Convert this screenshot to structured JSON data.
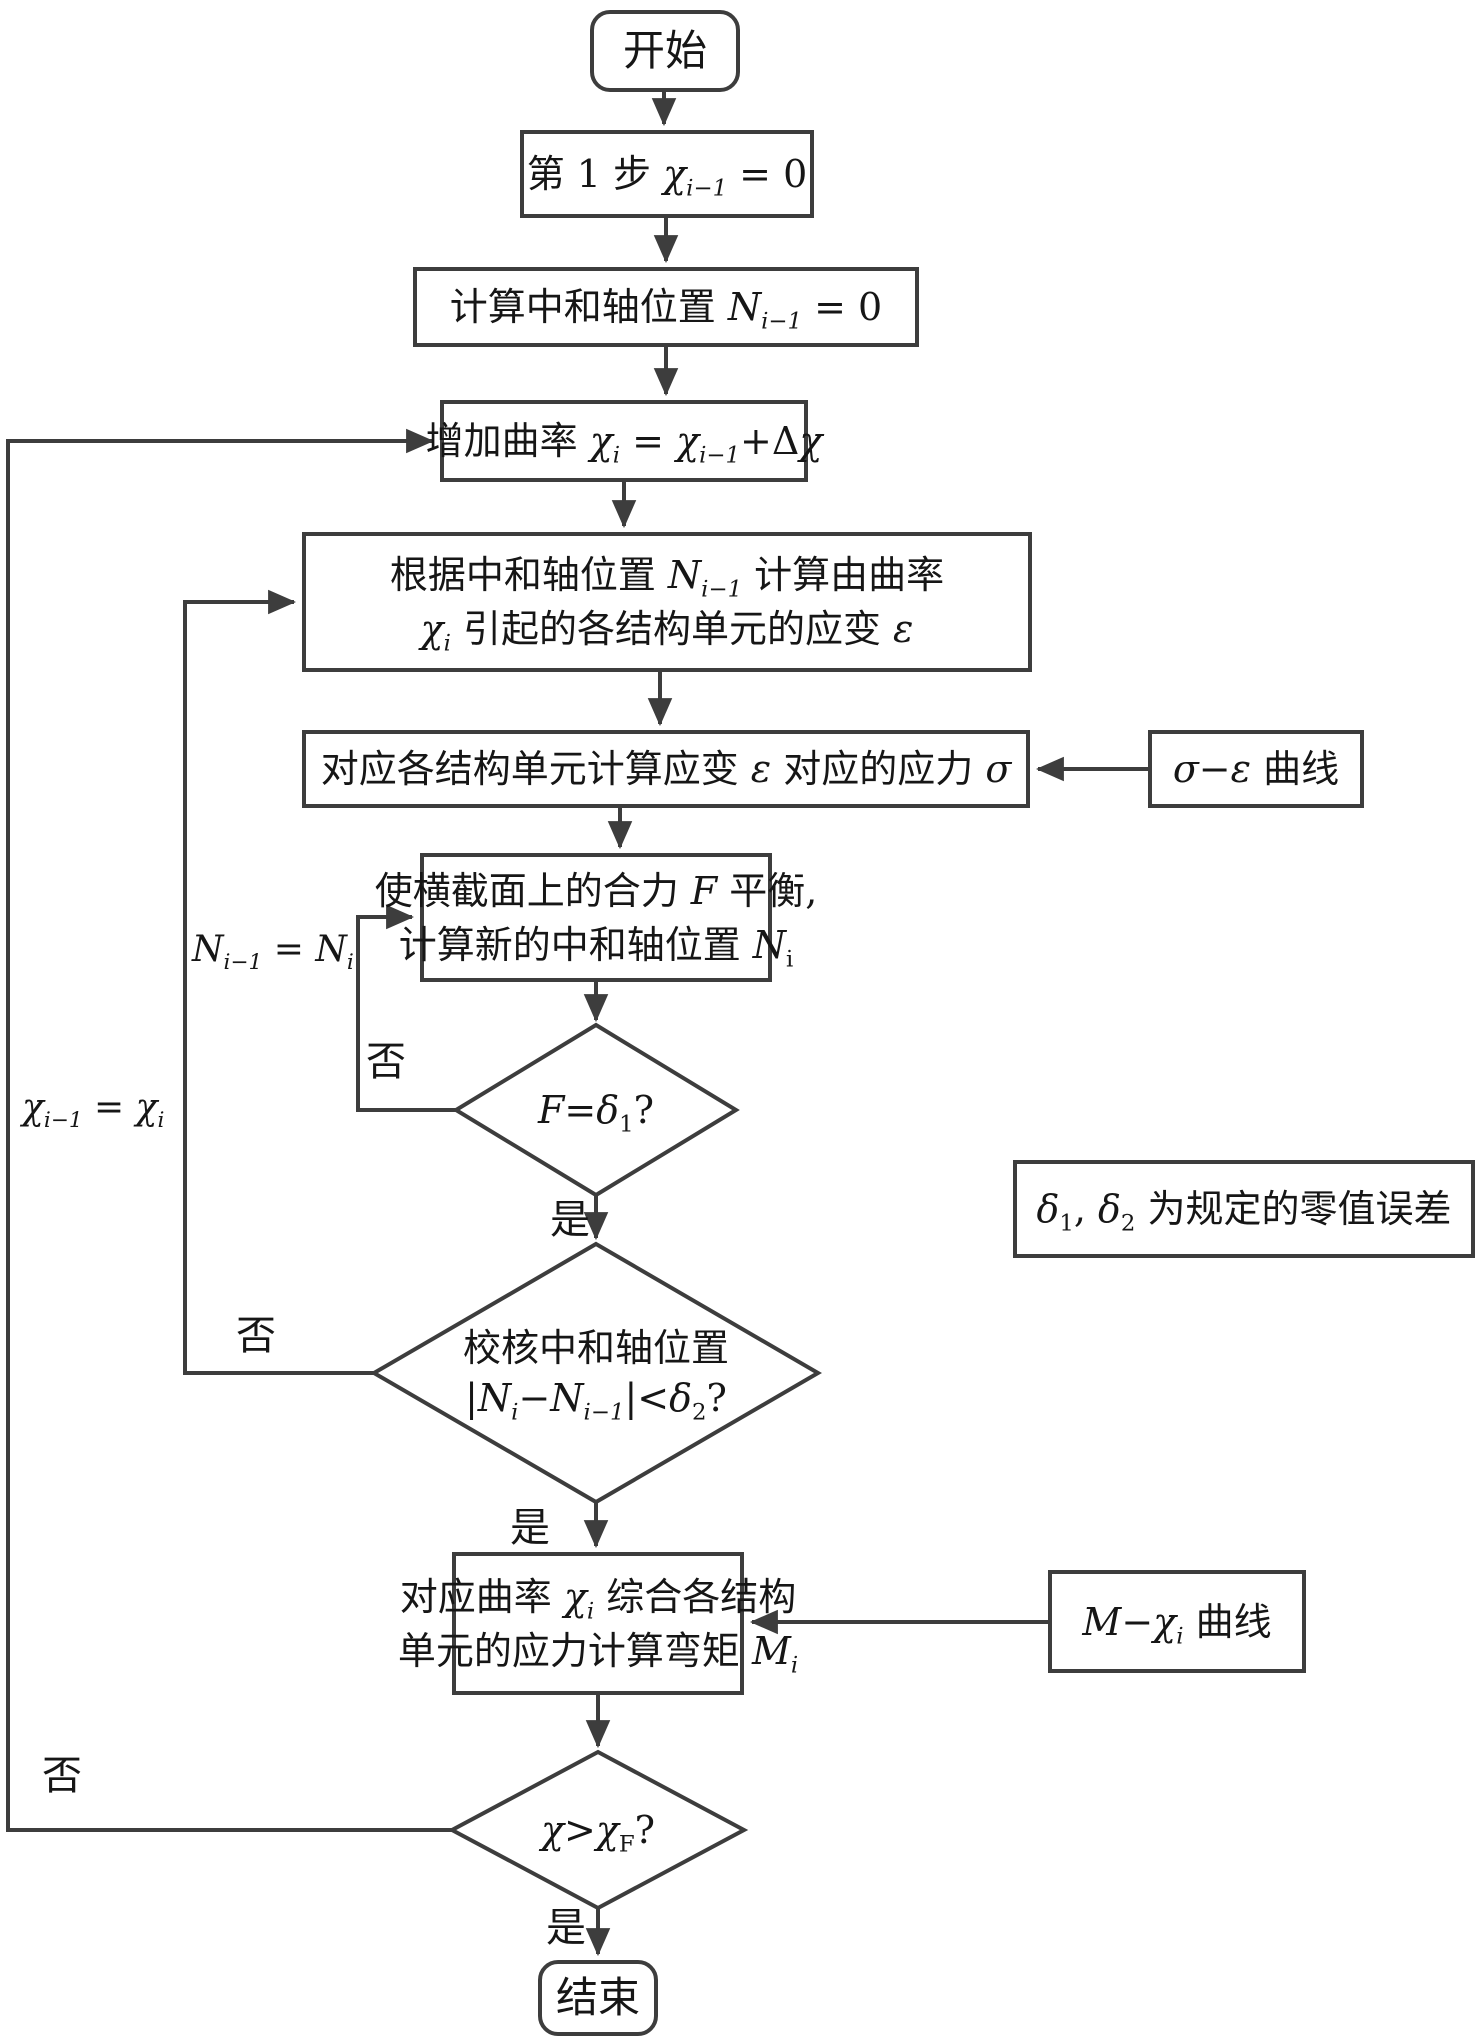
{
  "nodes": {
    "start": {
      "parts": [
        {
          "t": "开始"
        }
      ]
    },
    "step1": {
      "parts": [
        {
          "t": "第 1 步 "
        },
        {
          "t": "χ",
          "i": 1
        },
        {
          "t": "i−1",
          "i": 1,
          "s": 1
        },
        {
          "t": " = 0"
        }
      ]
    },
    "neutral_axis_init": {
      "parts": [
        {
          "t": "计算中和轴位置 "
        },
        {
          "t": "N",
          "i": 1
        },
        {
          "t": "i−1",
          "i": 1,
          "s": 1
        },
        {
          "t": " = 0"
        }
      ]
    },
    "increase_curvature": {
      "parts": [
        {
          "t": "增加曲率 "
        },
        {
          "t": "χ",
          "i": 1
        },
        {
          "t": "i",
          "i": 1,
          "s": 1
        },
        {
          "t": " = "
        },
        {
          "t": "χ",
          "i": 1
        },
        {
          "t": "i−1",
          "i": 1,
          "s": 1
        },
        {
          "t": "+Δ"
        },
        {
          "t": "χ",
          "i": 1
        }
      ]
    },
    "compute_strain_l1": {
      "parts": [
        {
          "t": "根据中和轴位置 "
        },
        {
          "t": "N",
          "i": 1
        },
        {
          "t": "i−1",
          "i": 1,
          "s": 1
        },
        {
          "t": " 计算由曲率"
        }
      ]
    },
    "compute_strain_l2": {
      "parts": [
        {
          "t": "χ",
          "i": 1
        },
        {
          "t": "i",
          "i": 1,
          "s": 1
        },
        {
          "t": " 引起的各结构单元的应变 "
        },
        {
          "t": "ε",
          "i": 1
        }
      ]
    },
    "compute_stress": {
      "parts": [
        {
          "t": "对应各结构单元计算应变 "
        },
        {
          "t": "ε",
          "i": 1
        },
        {
          "t": " 对应的应力 "
        },
        {
          "t": "σ",
          "i": 1
        }
      ]
    },
    "sigma_curve": {
      "parts": [
        {
          "t": "σ",
          "i": 1
        },
        {
          "t": "−"
        },
        {
          "t": "ε",
          "i": 1
        },
        {
          "t": " 曲线"
        }
      ]
    },
    "balance_force_l1": {
      "parts": [
        {
          "t": "使横截面上的合力 "
        },
        {
          "t": "F",
          "i": 1
        },
        {
          "t": " 平衡,"
        }
      ]
    },
    "balance_force_l2": {
      "parts": [
        {
          "t": "计算新的中和轴位置 "
        },
        {
          "t": "N",
          "i": 1
        },
        {
          "t": "i",
          "s": 1
        }
      ]
    },
    "check_force": {
      "parts": [
        {
          "t": "F",
          "i": 1
        },
        {
          "t": "="
        },
        {
          "t": "δ",
          "i": 1
        },
        {
          "t": "1",
          "s": 1
        },
        {
          "t": "?"
        }
      ]
    },
    "delta_note": {
      "parts": [
        {
          "t": "δ",
          "i": 1
        },
        {
          "t": "1",
          "s": 1
        },
        {
          "t": ", "
        },
        {
          "t": "δ",
          "i": 1
        },
        {
          "t": "2",
          "s": 1
        },
        {
          "t": " 为规定的零值误差"
        }
      ]
    },
    "check_axis_l1": {
      "parts": [
        {
          "t": "校核中和轴位置"
        }
      ]
    },
    "check_axis_l2": {
      "parts": [
        {
          "t": "|"
        },
        {
          "t": "N",
          "i": 1
        },
        {
          "t": "i",
          "i": 1,
          "s": 1
        },
        {
          "t": "−"
        },
        {
          "t": "N",
          "i": 1
        },
        {
          "t": "i−1",
          "i": 1,
          "s": 1
        },
        {
          "t": "|<"
        },
        {
          "t": "δ",
          "i": 1
        },
        {
          "t": "2",
          "s": 1
        },
        {
          "t": "?"
        }
      ]
    },
    "compute_moment_l1": {
      "parts": [
        {
          "t": "对应曲率 "
        },
        {
          "t": "χ",
          "i": 1
        },
        {
          "t": "i",
          "i": 1,
          "s": 1
        },
        {
          "t": " 综合各结构"
        }
      ]
    },
    "compute_moment_l2": {
      "parts": [
        {
          "t": "单元的应力计算弯矩 "
        },
        {
          "t": "M",
          "i": 1
        },
        {
          "t": "i",
          "i": 1,
          "s": 1
        }
      ]
    },
    "m_chi_curve": {
      "parts": [
        {
          "t": "M",
          "i": 1
        },
        {
          "t": "−"
        },
        {
          "t": "χ",
          "i": 1
        },
        {
          "t": "i",
          "i": 1,
          "s": 1
        },
        {
          "t": " 曲线"
        }
      ]
    },
    "check_curvature": {
      "parts": [
        {
          "t": "χ",
          "i": 1
        },
        {
          "t": ">"
        },
        {
          "t": "χ",
          "i": 1
        },
        {
          "t": "F",
          "s": 1
        },
        {
          "t": "?"
        }
      ]
    },
    "end": {
      "parts": [
        {
          "t": "结束"
        }
      ]
    }
  },
  "edge_labels": {
    "no_force": "否",
    "yes_force": "是",
    "no_axis": "否",
    "yes_axis": "是",
    "no_curvature": "否",
    "yes_curvature": "是",
    "assign_n": {
      "parts": [
        {
          "t": "N",
          "i": 1
        },
        {
          "t": "i−1",
          "i": 1,
          "s": 1
        },
        {
          "t": " = "
        },
        {
          "t": "N",
          "i": 1
        },
        {
          "t": "i",
          "i": 1,
          "s": 1
        }
      ]
    },
    "assign_chi": {
      "parts": [
        {
          "t": "χ",
          "i": 1
        },
        {
          "t": "i−1",
          "i": 1,
          "s": 1
        },
        {
          "t": " = "
        },
        {
          "t": "χ",
          "i": 1
        },
        {
          "t": "i",
          "i": 1,
          "s": 1
        }
      ]
    }
  },
  "colors": {
    "stroke": "#3d3d3d",
    "background": "#ffffff",
    "text": "#161616"
  }
}
